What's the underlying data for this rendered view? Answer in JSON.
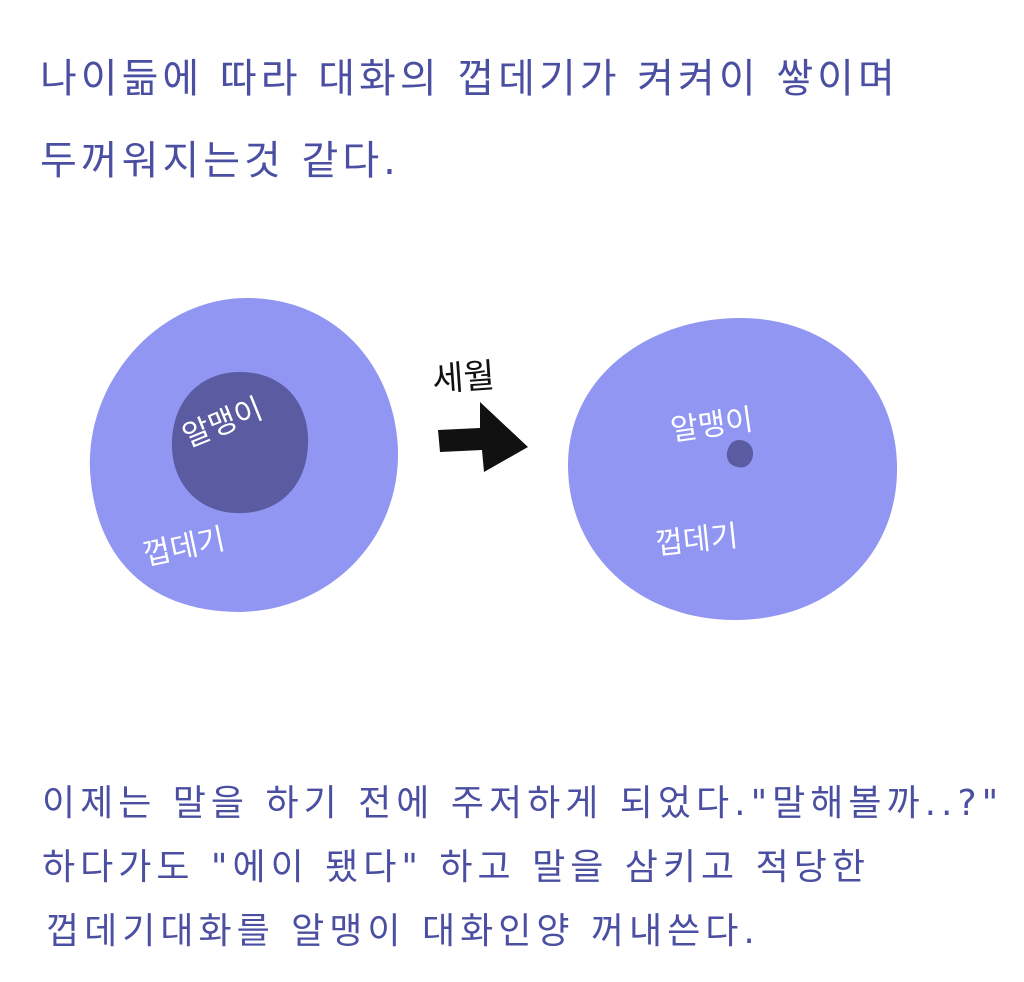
{
  "top_text": {
    "line1": "나이듦에 따라 대화의 껍데기가 켜켜이 쌓이며",
    "line2": "두꺼워지는것 같다."
  },
  "diagram": {
    "before": {
      "core_label": "알맹이",
      "shell_label": "껍데기"
    },
    "arrow_label": "세월",
    "after": {
      "core_label": "알맹이",
      "shell_label": "껍데기"
    },
    "colors": {
      "shell": "#9096f2",
      "core": "#5a5ba0",
      "arrow": "#111111",
      "label_text": "#ffffff"
    }
  },
  "bottom_text": {
    "line1": "이제는 말을 하기 전에 주저하게 되었다.\"말해볼까..?\"",
    "line2": "하다가도 \"에이 됐다\" 하고 말을 삼키고 적당한",
    "line3": "껍데기대화를 알맹이 대화인양 꺼내쓴다."
  },
  "text_color": "#4b4fa2"
}
